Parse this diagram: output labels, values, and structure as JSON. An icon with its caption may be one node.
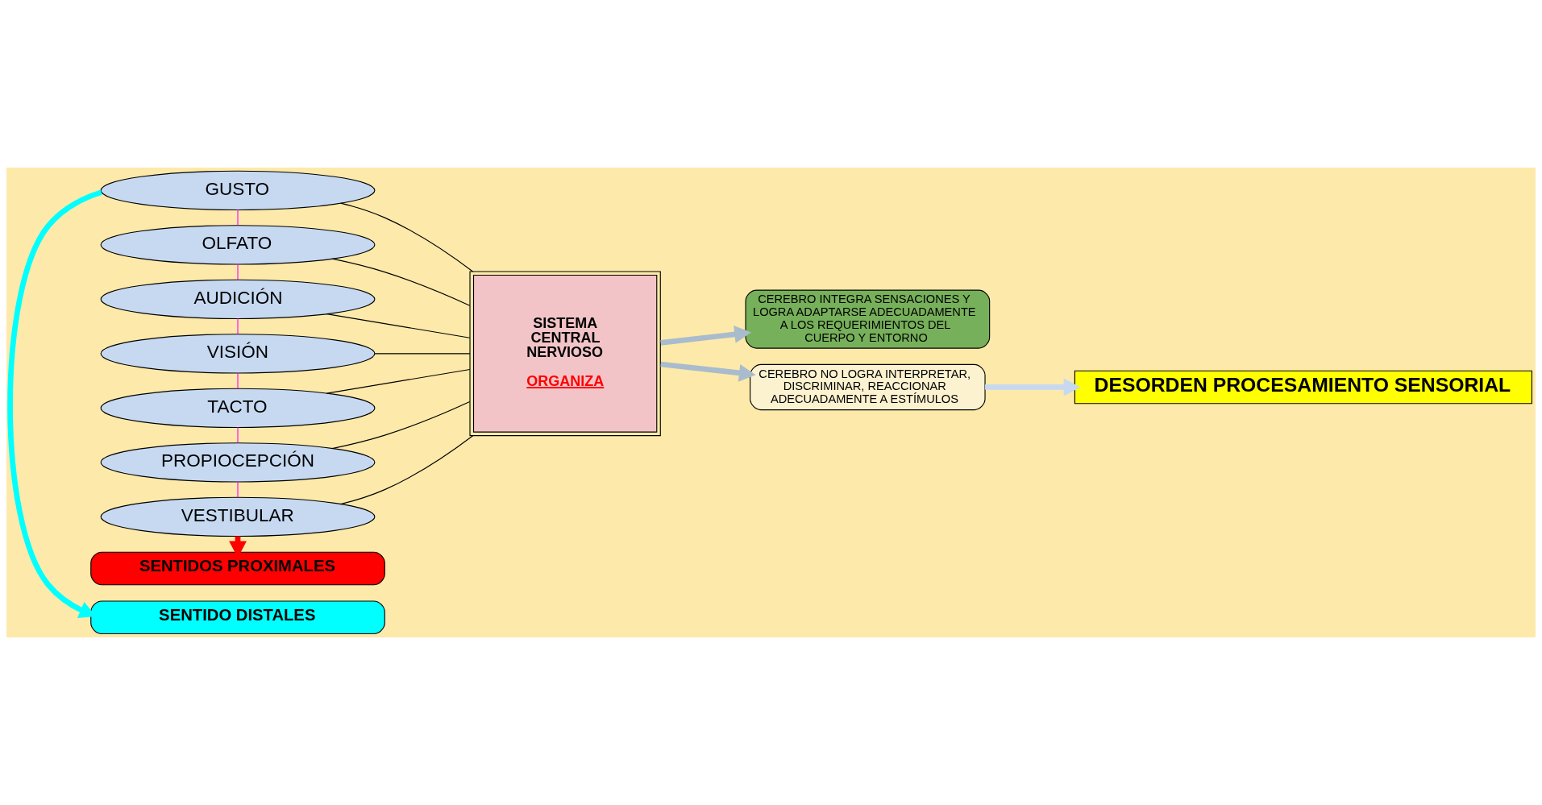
{
  "diagram": {
    "nodes": [
      {
        "text": [
          "SENTIDO DISTALES"
        ]
      },
      {
        "text": [
          "GUSTO"
        ]
      },
      {
        "text": [
          "OLFATO"
        ]
      },
      {
        "text": [
          "AUDICIÓN"
        ]
      },
      {
        "text": [
          "VISIÓN"
        ]
      },
      {
        "text": [
          "TACTO"
        ]
      },
      {
        "text": [
          "PROPIOCEPCIÓN"
        ]
      },
      {
        "text": [
          "VESTIBULAR"
        ]
      },
      {
        "text": [
          "SENTIDOS PROXIMALES"
        ]
      },
      {
        "text": [
          "SISTEMA CENTRAL NERVIOSO",
          "ORGANIZA"
        ]
      },
      {
        "text": [
          "CEREBRO INTEGRA SENSACIONES Y LOGRA ADAPTARSE ADECUADAMENTE A LOS REQUERIMIENTOS DEL CUERPO Y ENTORNO"
        ]
      },
      {
        "text": [
          "CEREBRO NO LOGRA INTERPRETAR, DISCRIMINAR, REACCIONAR ADECUADAMENTE A ESTÍMULOS"
        ]
      },
      {
        "text": [
          "DESORDEN PROCESAMIENTO SENSORIAL"
        ]
      }
    ],
    "edges": [
      {
        "from": 1,
        "to": 0,
        "arrow": "to",
        "style": "thick",
        "color": "#00ffff"
      },
      {
        "from": 1,
        "to": 2,
        "arrow": "none",
        "color": "#ff00ff"
      },
      {
        "from": 2,
        "to": 3,
        "arrow": "none",
        "color": "#ff00ff"
      },
      {
        "from": 3,
        "to": 4,
        "arrow": "none",
        "color": "#ff00ff"
      },
      {
        "from": 4,
        "to": 5,
        "arrow": "none",
        "color": "#ff00ff"
      },
      {
        "from": 5,
        "to": 6,
        "arrow": "none",
        "color": "#ff00ff"
      },
      {
        "from": 6,
        "to": 7,
        "arrow": "none",
        "color": "#ff00ff"
      },
      {
        "from": 7,
        "to": 8,
        "arrow": "to",
        "style": "thick",
        "color": "#ff0000"
      },
      {
        "from": 1,
        "to": 9,
        "arrow": "none"
      },
      {
        "from": 2,
        "to": 9,
        "arrow": "none"
      },
      {
        "from": 3,
        "to": 9,
        "arrow": "none"
      },
      {
        "from": 4,
        "to": 9,
        "arrow": "none"
      },
      {
        "from": 5,
        "to": 9,
        "arrow": "none"
      },
      {
        "from": 6,
        "to": 9,
        "arrow": "none"
      },
      {
        "from": 7,
        "to": 9,
        "arrow": "none"
      },
      {
        "from": 9,
        "to": 10,
        "arrow": "to",
        "style": "thick",
        "color": "#a9bccd"
      },
      {
        "from": 9,
        "to": 11,
        "arrow": "to",
        "style": "thick",
        "color": "#a9bccd"
      },
      {
        "from": 11,
        "to": 12,
        "arrow": "to",
        "style": "thick",
        "color": "#c6d9f1"
      }
    ]
  }
}
